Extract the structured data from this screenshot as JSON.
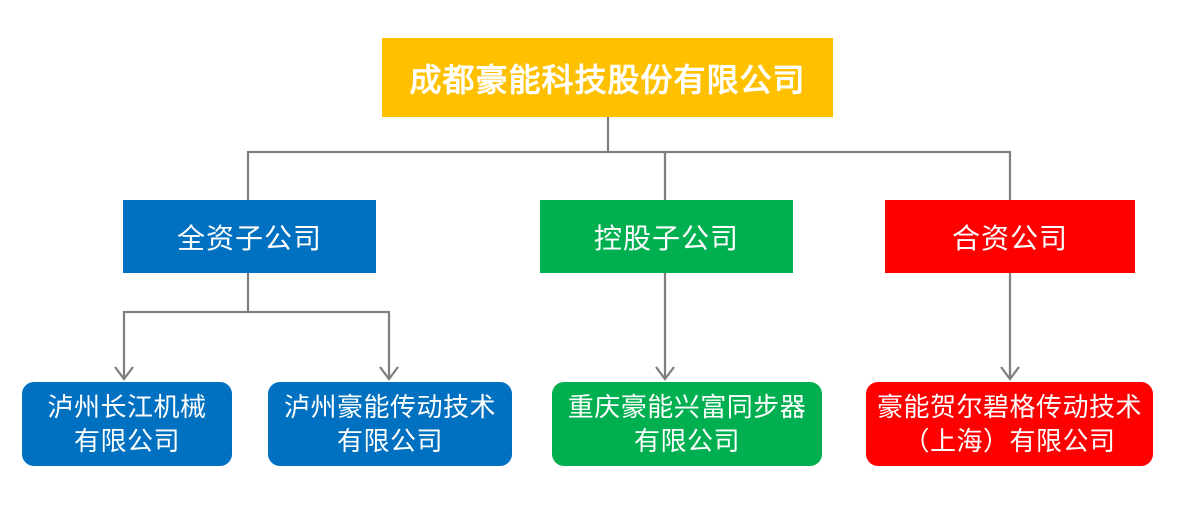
{
  "diagram": {
    "type": "org-chart",
    "description": "Corporate structure chart of Chengdu Haoneng Technology"
  },
  "nodes": {
    "root": {
      "label": "成都豪能科技股份有限公司"
    },
    "mid_wholly": {
      "label": "全资子公司"
    },
    "mid_holding": {
      "label": "控股子公司"
    },
    "mid_joint": {
      "label": "合资公司"
    },
    "leaf_luzhou_changjiang": {
      "label": "泸州长江机械有限公司",
      "line1": "泸州长江机械",
      "line2": "有限公司"
    },
    "leaf_luzhou_haoneng": {
      "label": "泸州豪能传动技术有限公司",
      "line1": "泸州豪能传动技术",
      "line2": "有限公司"
    },
    "leaf_chongqing_xingfu": {
      "label": "重庆豪能兴富同步器有限公司",
      "line1": "重庆豪能兴富同步器",
      "line2": "有限公司"
    },
    "leaf_haoneng_hoerbiger": {
      "label": "豪能贺尔碧格传动技术（上海）有限公司",
      "line1": "豪能贺尔碧格传动技术",
      "line2": "（上海）有限公司"
    }
  },
  "hierarchy": {
    "root": "成都豪能科技股份有限公司",
    "children": [
      {
        "label": "全资子公司",
        "children": [
          "泸州长江机械有限公司",
          "泸州豪能传动技术有限公司"
        ]
      },
      {
        "label": "控股子公司",
        "children": [
          "重庆豪能兴富同步器有限公司"
        ]
      },
      {
        "label": "合资公司",
        "children": [
          "豪能贺尔碧格传动技术（上海）有限公司"
        ]
      }
    ]
  },
  "colors": {
    "root": "#FFC000",
    "wholly_owned": "#0070C0",
    "holding": "#00B050",
    "joint_venture": "#FF0000",
    "connector": "#7F7F7F",
    "text": "#FFFFFF",
    "background": "#FFFFFF"
  }
}
